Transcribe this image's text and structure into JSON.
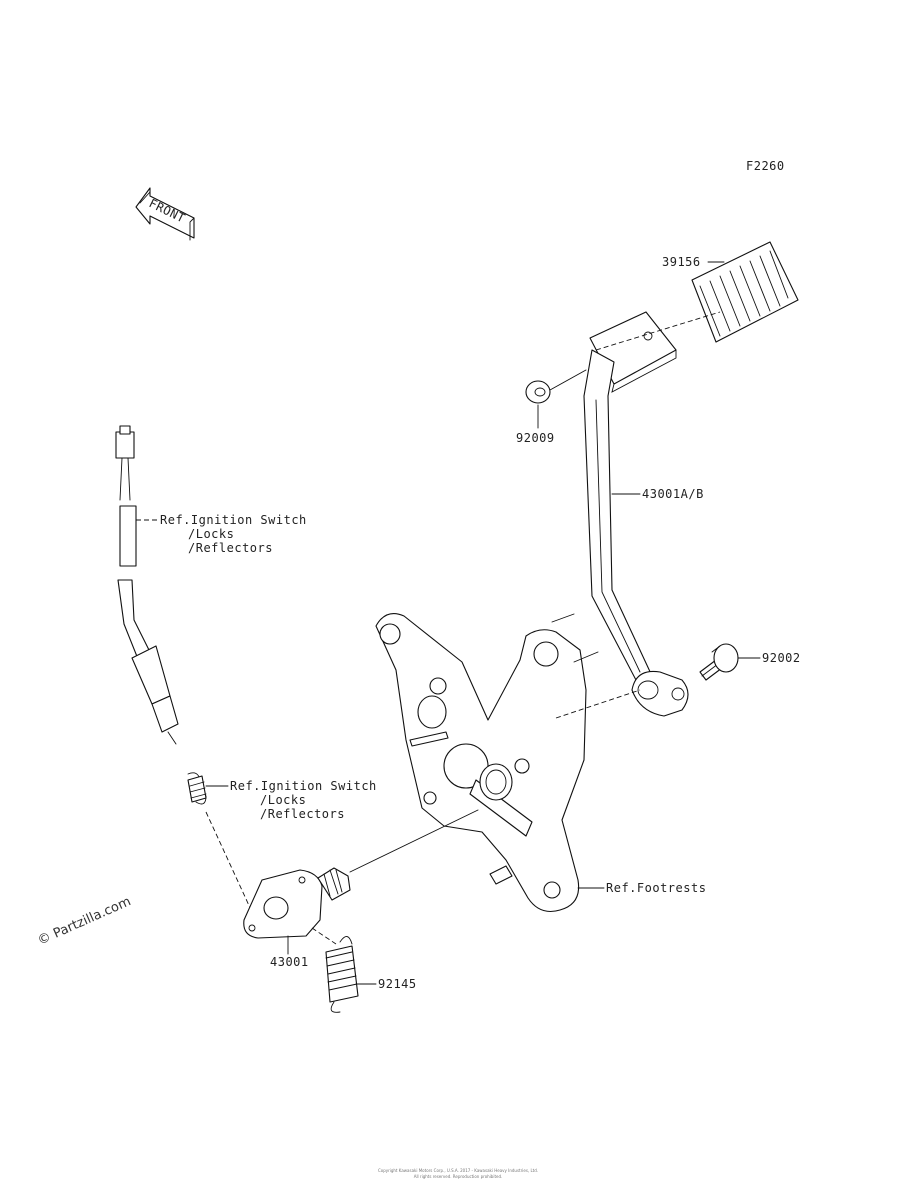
{
  "diagram": {
    "figure_code": "F2260",
    "front_label": "FRONT",
    "watermark": "© Partzilla.com",
    "footer_line1": "Copyright Kawasaki Motors Corp., U.S.A. 2017 - Kawasaki Heavy Industries, Ltd.",
    "footer_line2": "All rights reserved. Reproduction prohibited."
  },
  "callouts": {
    "p39156": "39156",
    "p92009": "92009",
    "p43001ab": "43001A/B",
    "p92002": "92002",
    "p43001": "43001",
    "p92145": "92145",
    "ref_ignition_1": [
      "Ref.Ignition Switch",
      "/Locks",
      "/Reflectors"
    ],
    "ref_ignition_2": [
      "Ref.Ignition Switch",
      "/Locks",
      "/Reflectors"
    ],
    "ref_footrests": "Ref.Footrests"
  }
}
